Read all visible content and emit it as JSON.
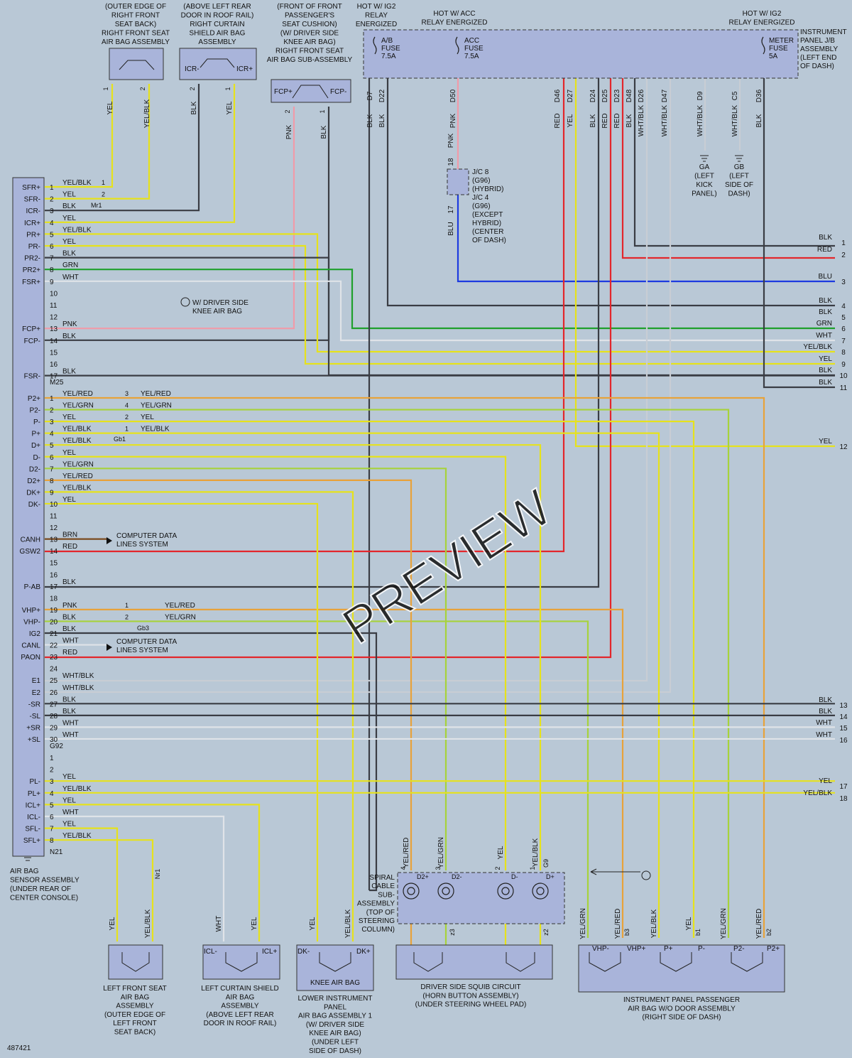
{
  "colors": {
    "YEL": "#e6e21c",
    "BLK": "#3a3d44",
    "RED": "#e3262b",
    "GRN": "#1fa02c",
    "WHT": "#dfe3e8",
    "PNK": "#f19aa8",
    "BLU": "#1d3be0",
    "BRN": "#7a4a1e",
    "YEL/BLK": "#e6e21c",
    "YEL/RED": "#e8a23a",
    "YEL/GRN": "#a7d23b",
    "WHT/BLK": "#c8cdd4",
    "background": "#b9c8d6",
    "component_fill": "#a9b4da"
  },
  "components": {
    "right_front_seat": {
      "lines": [
        "(OUTER EDGE OF",
        "RIGHT FRONT",
        "SEAT BACK)",
        "RIGHT FRONT SEAT",
        "AIR BAG ASSEMBLY"
      ],
      "pins": [
        "1",
        "2"
      ]
    },
    "right_curtain": {
      "lines": [
        "(ABOVE LEFT REAR",
        "DOOR IN ROOF RAIL)",
        "RIGHT CURTAIN",
        "SHIELD AIR BAG",
        "ASSEMBLY"
      ],
      "pins": [
        "2",
        "1"
      ],
      "terms": [
        "ICR-",
        "ICR+"
      ]
    },
    "front_pass_seat": {
      "lines": [
        "(FRONT OF FRONT",
        "PASSENGER'S",
        "SEAT CUSHION)",
        "(W/ DRIVER SIDE",
        "KNEE AIR BAG)",
        "RIGHT FRONT SEAT",
        "AIR BAG SUB-ASSEMBLY"
      ],
      "pins": [
        "2",
        "1"
      ],
      "terms": [
        "FCP+",
        "FCP-"
      ]
    },
    "relay_ig2_left": [
      "HOT W/ IG2",
      "RELAY",
      "ENERGIZED"
    ],
    "relay_acc": [
      "HOT W/ ACC",
      "RELAY ENERGIZED"
    ],
    "relay_ig2_right": [
      "HOT W/ IG2",
      "RELAY ENERGIZED"
    ],
    "ab_fuse": [
      "A/B",
      "FUSE",
      "7.5A"
    ],
    "acc_fuse": [
      "ACC",
      "FUSE",
      "7.5A"
    ],
    "meter_fuse": [
      "METER",
      "FUSE",
      "5A"
    ],
    "jb": [
      "INSTRUMENT",
      "PANEL J/B",
      "ASSEMBLY",
      "(LEFT END",
      "OF DASH)"
    ],
    "jb_pins": [
      "D7",
      "D22",
      "D50",
      "D46",
      "D27",
      "D24",
      "D25",
      "D23",
      "D48",
      "D26",
      "D47",
      "D9",
      "C5",
      "D36"
    ],
    "jb_wires": [
      "BLK",
      "BLK",
      "PNK",
      "RED",
      "YEL",
      "BLK",
      "RED",
      "RED",
      "BLK",
      "WHT/BLK",
      "WHT/BLK",
      "WHT/BLK",
      "WHT/BLK",
      "BLK"
    ],
    "jc": [
      "J/C 8",
      "(G96)",
      "(HYBRID)",
      "J/C 4",
      "(G96)",
      "(EXCEPT",
      "HYBRID)",
      "(CENTER",
      "OF DASH)"
    ],
    "jc_pins": [
      "18",
      "17"
    ],
    "jc_wires": [
      "PNK",
      "BLU"
    ],
    "ground_ga": [
      "GA",
      "(LEFT",
      "KICK",
      "PANEL)"
    ],
    "ground_gb": [
      "GB",
      "(LEFT",
      "SIDE OF",
      "DASH)"
    ],
    "sensor": [
      "AIR BAG",
      "SENSOR ASSEMBLY",
      "(UNDER REAR OF",
      "CENTER CONSOLE)"
    ],
    "note_knee": [
      "W/ DRIVER SIDE",
      "KNEE AIR BAG"
    ],
    "computer_data": [
      "COMPUTER DATA",
      "LINES SYSTEM"
    ],
    "spiral": [
      "SPIRAL",
      "CABLE",
      "SUB-",
      "ASSEMBLY",
      "(TOP OF",
      "STEERING",
      "COLUMN)"
    ],
    "spiral_terms": [
      "D2+",
      "D2-",
      "D-",
      "D+"
    ],
    "spiral_pins": [
      "4",
      "3",
      "2",
      "1"
    ],
    "spiral_connector": "G9",
    "bottom_left_seat": [
      "LEFT FRONT SEAT",
      "AIR BAG",
      "ASSEMBLY",
      "(OUTER EDGE OF",
      "LEFT FRONT",
      "SEAT BACK)"
    ],
    "bottom_left_curtain": [
      "LEFT CURTAIN SHIELD",
      "AIR BAG",
      "ASSEMBLY",
      "(ABOVE LEFT REAR",
      "DOOR IN ROOF RAIL)"
    ],
    "bottom_knee": [
      "LOWER INSTRUMENT",
      "PANEL",
      "AIR BAG ASSEMBLY 1",
      "(W/ DRIVER SIDE",
      "KNEE AIR BAG)",
      "(UNDER LEFT",
      "SIDE OF DASH)"
    ],
    "knee_title": "KNEE AIR BAG",
    "bottom_squib": [
      "DRIVER SIDE SQUIB CIRCUIT",
      "(HORN BUTTON ASSEMBLY)",
      "(UNDER STEERING WHEEL PAD)"
    ],
    "bottom_pass": [
      "INSTRUMENT PANEL PASSENGER",
      "AIR BAG W/O DOOR ASSEMBLY",
      "(RIGHT SIDE OF DASH)"
    ],
    "bottom_terms": [
      "ICL-",
      "ICL+",
      "DK-",
      "DK+",
      "VHP-",
      "VHP+",
      "P+",
      "P-",
      "P2-",
      "P2+"
    ],
    "bottom_connectors": [
      "b3",
      "b1",
      "b2",
      "z3",
      "z2",
      "Nr1",
      "Mr1",
      "Gb1",
      "Gb3"
    ],
    "bottom_wires": [
      "YEL",
      "YEL/BLK",
      "WHT",
      "YEL",
      "YEL",
      "YEL/BLK",
      "YEL/RED",
      "YEL/GRN",
      "YEL",
      "YEL/BLK",
      "YEL/GRN",
      "YEL/RED",
      "YEL/BLK",
      "YEL",
      "YEL/GRN",
      "YEL/RED"
    ]
  },
  "connectors": {
    "M25": {
      "id": "M25",
      "rows": [
        {
          "pin": "1",
          "term": "SFR+",
          "wire": "YEL/BLK",
          "mate_pin": "1"
        },
        {
          "pin": "2",
          "term": "SFR-",
          "wire": "YEL",
          "mate_pin": "2"
        },
        {
          "pin": "3",
          "term": "ICR-",
          "wire": "BLK"
        },
        {
          "pin": "4",
          "term": "ICR+",
          "wire": "YEL"
        },
        {
          "pin": "5",
          "term": "PR+",
          "wire": "YEL/BLK"
        },
        {
          "pin": "6",
          "term": "PR-",
          "wire": "YEL"
        },
        {
          "pin": "7",
          "term": "PR2-",
          "wire": "BLK"
        },
        {
          "pin": "8",
          "term": "PR2+",
          "wire": "GRN"
        },
        {
          "pin": "9",
          "term": "FSR+",
          "wire": "WHT"
        },
        {
          "pin": "10",
          "term": "",
          "wire": ""
        },
        {
          "pin": "11",
          "term": "",
          "wire": ""
        },
        {
          "pin": "12",
          "term": "",
          "wire": ""
        },
        {
          "pin": "13",
          "term": "FCP+",
          "wire": "PNK"
        },
        {
          "pin": "14",
          "term": "FCP-",
          "wire": "BLK"
        },
        {
          "pin": "15",
          "term": "",
          "wire": ""
        },
        {
          "pin": "16",
          "term": "",
          "wire": ""
        },
        {
          "pin": "17",
          "term": "FSR-",
          "wire": "BLK"
        }
      ]
    },
    "G92": {
      "id": "G92",
      "rows": [
        {
          "pin": "1",
          "term": "P2+",
          "wire": "YEL/RED",
          "mate_pin": "3",
          "mate_wire": "YEL/RED"
        },
        {
          "pin": "2",
          "term": "P2-",
          "wire": "YEL/GRN",
          "mate_pin": "4",
          "mate_wire": "YEL/GRN"
        },
        {
          "pin": "3",
          "term": "P-",
          "wire": "YEL",
          "mate_pin": "2",
          "mate_wire": "YEL"
        },
        {
          "pin": "4",
          "term": "P+",
          "wire": "YEL/BLK",
          "mate_pin": "1",
          "mate_wire": "YEL/BLK"
        },
        {
          "pin": "5",
          "term": "D+",
          "wire": "YEL/BLK"
        },
        {
          "pin": "6",
          "term": "D-",
          "wire": "YEL"
        },
        {
          "pin": "7",
          "term": "D2-",
          "wire": "YEL/GRN"
        },
        {
          "pin": "8",
          "term": "D2+",
          "wire": "YEL/RED"
        },
        {
          "pin": "9",
          "term": "DK+",
          "wire": "YEL/BLK"
        },
        {
          "pin": "10",
          "term": "DK-",
          "wire": "YEL"
        },
        {
          "pin": "11",
          "term": "",
          "wire": ""
        },
        {
          "pin": "12",
          "term": "",
          "wire": ""
        },
        {
          "pin": "13",
          "term": "CANH",
          "wire": "BRN"
        },
        {
          "pin": "14",
          "term": "GSW2",
          "wire": "RED"
        },
        {
          "pin": "15",
          "term": "",
          "wire": ""
        },
        {
          "pin": "16",
          "term": "",
          "wire": ""
        },
        {
          "pin": "17",
          "term": "P-AB",
          "wire": "BLK"
        },
        {
          "pin": "18",
          "term": "",
          "wire": ""
        },
        {
          "pin": "19",
          "term": "VHP+",
          "wire": "PNK",
          "mate_pin": "1",
          "mate_wire": "YEL/RED"
        },
        {
          "pin": "20",
          "term": "VHP-",
          "wire": "BLK",
          "mate_pin": "2",
          "mate_wire": "YEL/GRN"
        },
        {
          "pin": "21",
          "term": "IG2",
          "wire": "BLK"
        },
        {
          "pin": "22",
          "term": "CANL",
          "wire": "WHT"
        },
        {
          "pin": "23",
          "term": "PAON",
          "wire": "RED"
        },
        {
          "pin": "24",
          "term": "",
          "wire": ""
        },
        {
          "pin": "25",
          "term": "E1",
          "wire": "WHT/BLK"
        },
        {
          "pin": "26",
          "term": "E2",
          "wire": "WHT/BLK"
        },
        {
          "pin": "27",
          "term": "-SR",
          "wire": "BLK"
        },
        {
          "pin": "28",
          "term": "-SL",
          "wire": "BLK"
        },
        {
          "pin": "29",
          "term": "+SR",
          "wire": "WHT"
        },
        {
          "pin": "30",
          "term": "+SL",
          "wire": "WHT"
        }
      ]
    },
    "N21": {
      "id": "N21",
      "rows": [
        {
          "pin": "1",
          "term": "",
          "wire": ""
        },
        {
          "pin": "2",
          "term": "",
          "wire": ""
        },
        {
          "pin": "3",
          "term": "PL-",
          "wire": "YEL"
        },
        {
          "pin": "4",
          "term": "PL+",
          "wire": "YEL/BLK"
        },
        {
          "pin": "5",
          "term": "ICL+",
          "wire": "YEL"
        },
        {
          "pin": "6",
          "term": "ICL-",
          "wire": "WHT"
        },
        {
          "pin": "7",
          "term": "SFL-",
          "wire": "YEL"
        },
        {
          "pin": "8",
          "term": "SFL+",
          "wire": "YEL/BLK"
        }
      ]
    }
  },
  "right_edge": [
    {
      "num": "1",
      "wire": "BLK"
    },
    {
      "num": "2",
      "wire": "RED"
    },
    {
      "num": "3",
      "wire": "BLU"
    },
    {
      "num": "4",
      "wire": "BLK"
    },
    {
      "num": "5",
      "wire": "BLK"
    },
    {
      "num": "6",
      "wire": "GRN"
    },
    {
      "num": "7",
      "wire": "WHT"
    },
    {
      "num": "8",
      "wire": "YEL/BLK"
    },
    {
      "num": "9",
      "wire": "YEL"
    },
    {
      "num": "10",
      "wire": "BLK"
    },
    {
      "num": "11",
      "wire": "BLK"
    },
    {
      "num": "12",
      "wire": "YEL"
    },
    {
      "num": "13",
      "wire": "BLK"
    },
    {
      "num": "14",
      "wire": "BLK"
    },
    {
      "num": "15",
      "wire": "WHT"
    },
    {
      "num": "16",
      "wire": "WHT"
    },
    {
      "num": "17",
      "wire": "YEL"
    },
    {
      "num": "18",
      "wire": "YEL/BLK"
    }
  ],
  "figure_id": "487421",
  "watermark": "PREVIEW"
}
